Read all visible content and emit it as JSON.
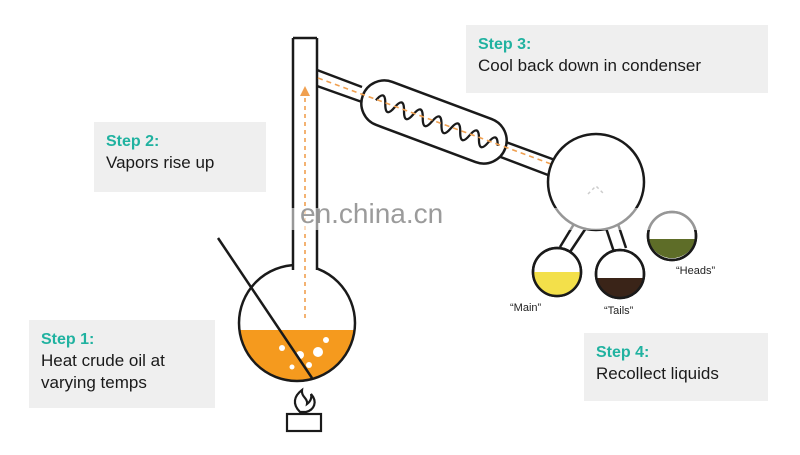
{
  "steps": [
    {
      "title": "Step 1:",
      "text": "Heat crude oil at\nvarying temps"
    },
    {
      "title": "Step 2:",
      "text": "Vapors rise up"
    },
    {
      "title": "Step 3:",
      "text": "Cool back down in condenser"
    },
    {
      "title": "Step 4:",
      "text": "Recollect liquids"
    }
  ],
  "samples": [
    {
      "label": "“Main”",
      "color": "#f3e04a"
    },
    {
      "label": "“Tails”",
      "color": "#3a2418"
    },
    {
      "label": "“Heads”",
      "color": "#5e6d28"
    }
  ],
  "watermark": "en.china.cn",
  "colors": {
    "oil": "#f59a1e",
    "arrow": "#f0a050",
    "teal": "#20b2a0",
    "outline": "#1a1a1a"
  }
}
